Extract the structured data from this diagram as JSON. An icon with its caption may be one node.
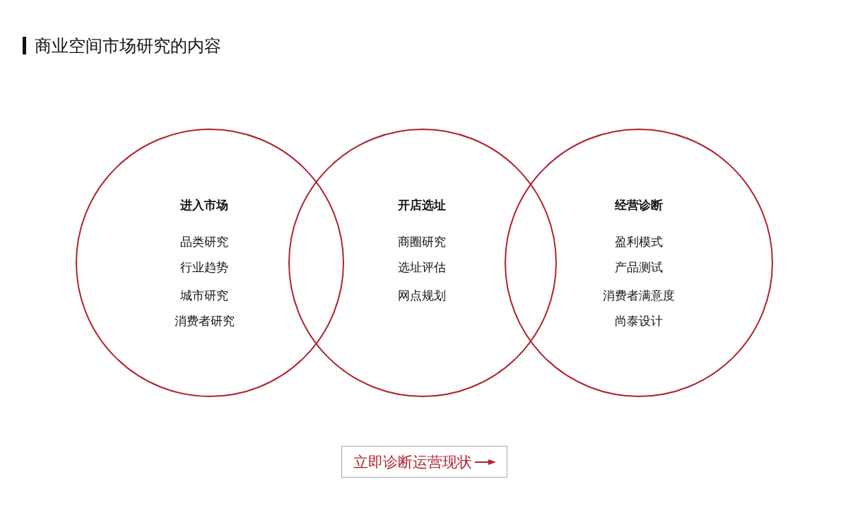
{
  "diagram": {
    "title": "商业空间市场研究的内容",
    "nodes": [
      {
        "text": [
          "进入市场",
          "品类研究",
          "行业趋势",
          "城市研究",
          "消费者研究"
        ]
      },
      {
        "text": [
          "开店选址",
          "商圈研究",
          "选址评估",
          "网点规划"
        ]
      },
      {
        "text": [
          "经营诊断",
          "盈利模式",
          "产品测试",
          "消费者满意度",
          "尚泰设计"
        ]
      },
      {
        "text": [
          "立即诊断运营现状"
        ]
      }
    ]
  }
}
